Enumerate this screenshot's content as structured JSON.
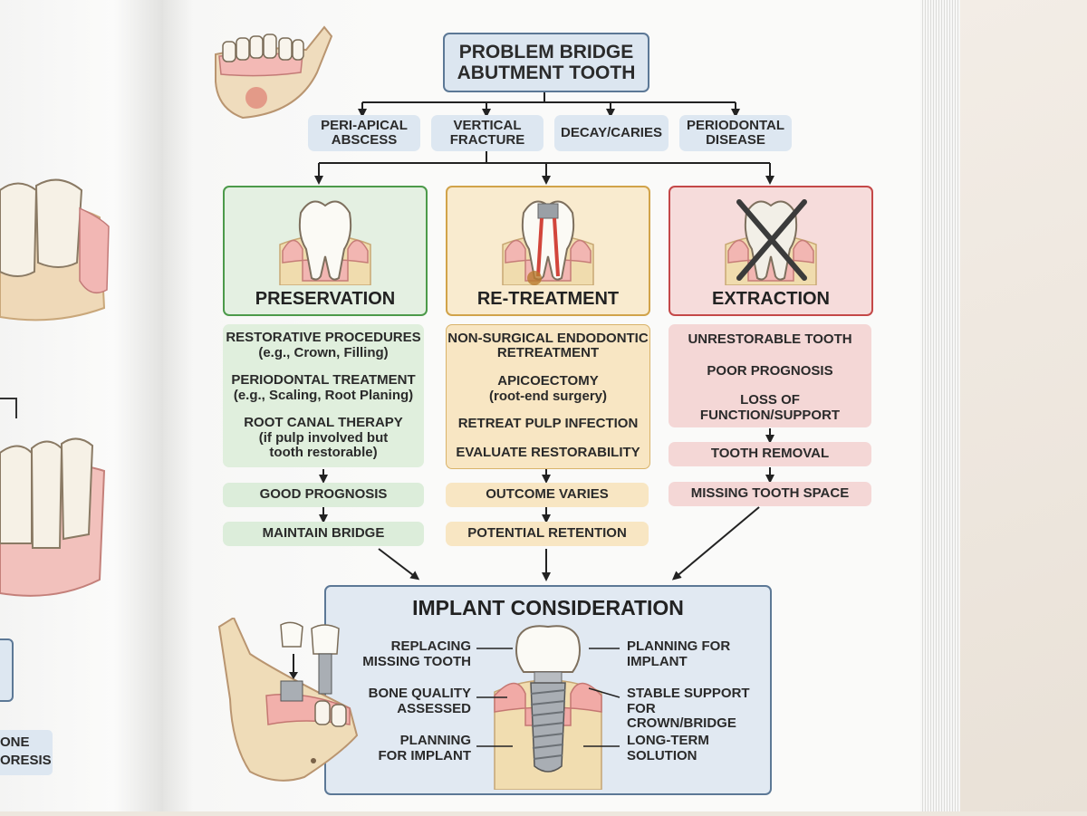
{
  "left_page": {
    "partial_text": [
      "ONE",
      "ORESIS"
    ]
  },
  "root": {
    "line1": "PROBLEM BRIDGE",
    "line2": "ABUTMENT TOOTH"
  },
  "causes": [
    {
      "line1": "PERI-APICAL",
      "line2": "ABSCESS"
    },
    {
      "line1": "VERTICAL",
      "line2": "FRACTURE"
    },
    {
      "line1": "DECAY/CARIES",
      "line2": ""
    },
    {
      "line1": "PERIODONTAL",
      "line2": "DISEASE"
    }
  ],
  "columns": {
    "preservation": {
      "title": "PRESERVATION",
      "steps": [
        {
          "title": "RESTORATIVE PROCEDURES",
          "sub": "(e.g., Crown, Filling)"
        },
        {
          "title": "PERIODONTAL TREATMENT",
          "sub": "(e.g., Scaling, Root Planing)"
        },
        {
          "title": "ROOT CANAL THERAPY",
          "sub1": "(if pulp involved but",
          "sub2": "tooth restorable)"
        }
      ],
      "outcome1": "GOOD PROGNOSIS",
      "outcome2": "MAINTAIN BRIDGE"
    },
    "retreatment": {
      "title": "RE-TREATMENT",
      "steps": [
        {
          "title1": "NON-SURGICAL ENDODONTIC",
          "title2": "RETREATMENT"
        },
        {
          "title": "APICOECTOMY",
          "sub": "(root-end surgery)"
        },
        {
          "title": "RETREAT PULP INFECTION"
        },
        {
          "title": "EVALUATE RESTORABILITY"
        }
      ],
      "outcome1": "OUTCOME VARIES",
      "outcome2": "POTENTIAL RETENTION"
    },
    "extraction": {
      "title": "EXTRACTION",
      "steps": [
        {
          "title": "UNRESTORABLE TOOTH"
        },
        {
          "title": "POOR PROGNOSIS"
        },
        {
          "title1": "LOSS OF",
          "title2": "FUNCTION/SUPPORT"
        }
      ],
      "outcome1": "TOOTH REMOVAL",
      "outcome2": "MISSING TOOTH SPACE"
    }
  },
  "implant": {
    "title": "IMPLANT CONSIDERATION",
    "left_labels": [
      {
        "line1": "REPLACING",
        "line2": "MISSING TOOTH"
      },
      {
        "line1": "BONE QUALITY",
        "line2": "ASSESSED"
      },
      {
        "line1": "PLANNING",
        "line2": "FOR IMPLANT"
      }
    ],
    "right_labels": [
      {
        "line1": "PLANNING FOR",
        "line2": "IMPLANT"
      },
      {
        "line1": "STABLE SUPPORT",
        "line2": "FOR CROWN/BRIDGE"
      },
      {
        "line1": "LONG-TERM",
        "line2": "SOLUTION"
      }
    ]
  },
  "colors": {
    "green_border": "#4c9a4a",
    "yellow_border": "#d1a34a",
    "red_border": "#c44848",
    "blue_border": "#5c7896"
  }
}
